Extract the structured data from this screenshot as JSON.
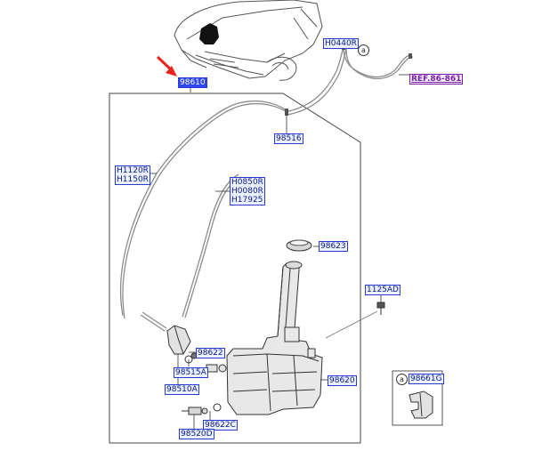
{
  "diagram": {
    "selected_label": "98610",
    "accent_color": "#2f46f0",
    "ref_color": "#7a1fa8",
    "callout_arrow_color": "#e8241c"
  },
  "labels": {
    "p98610": "98610",
    "h0440r": "H0440R",
    "circle_a_top": "a",
    "ref": "REF.86-861",
    "p98516": "98516",
    "h1120r": "H1120R",
    "h1150r": "H1150R",
    "h0850r": "H0850R",
    "h0080r": "H0080R",
    "h17925": "H17925",
    "p98623": "98623",
    "p1125ad": "1125AD",
    "p98622": "98622",
    "p98515a": "98515A",
    "p98510a": "98510A",
    "p98620": "98620",
    "p98622c": "98622C",
    "p98520d": "98520D",
    "circle_a_legend": "a",
    "p98661g": "98661G"
  }
}
